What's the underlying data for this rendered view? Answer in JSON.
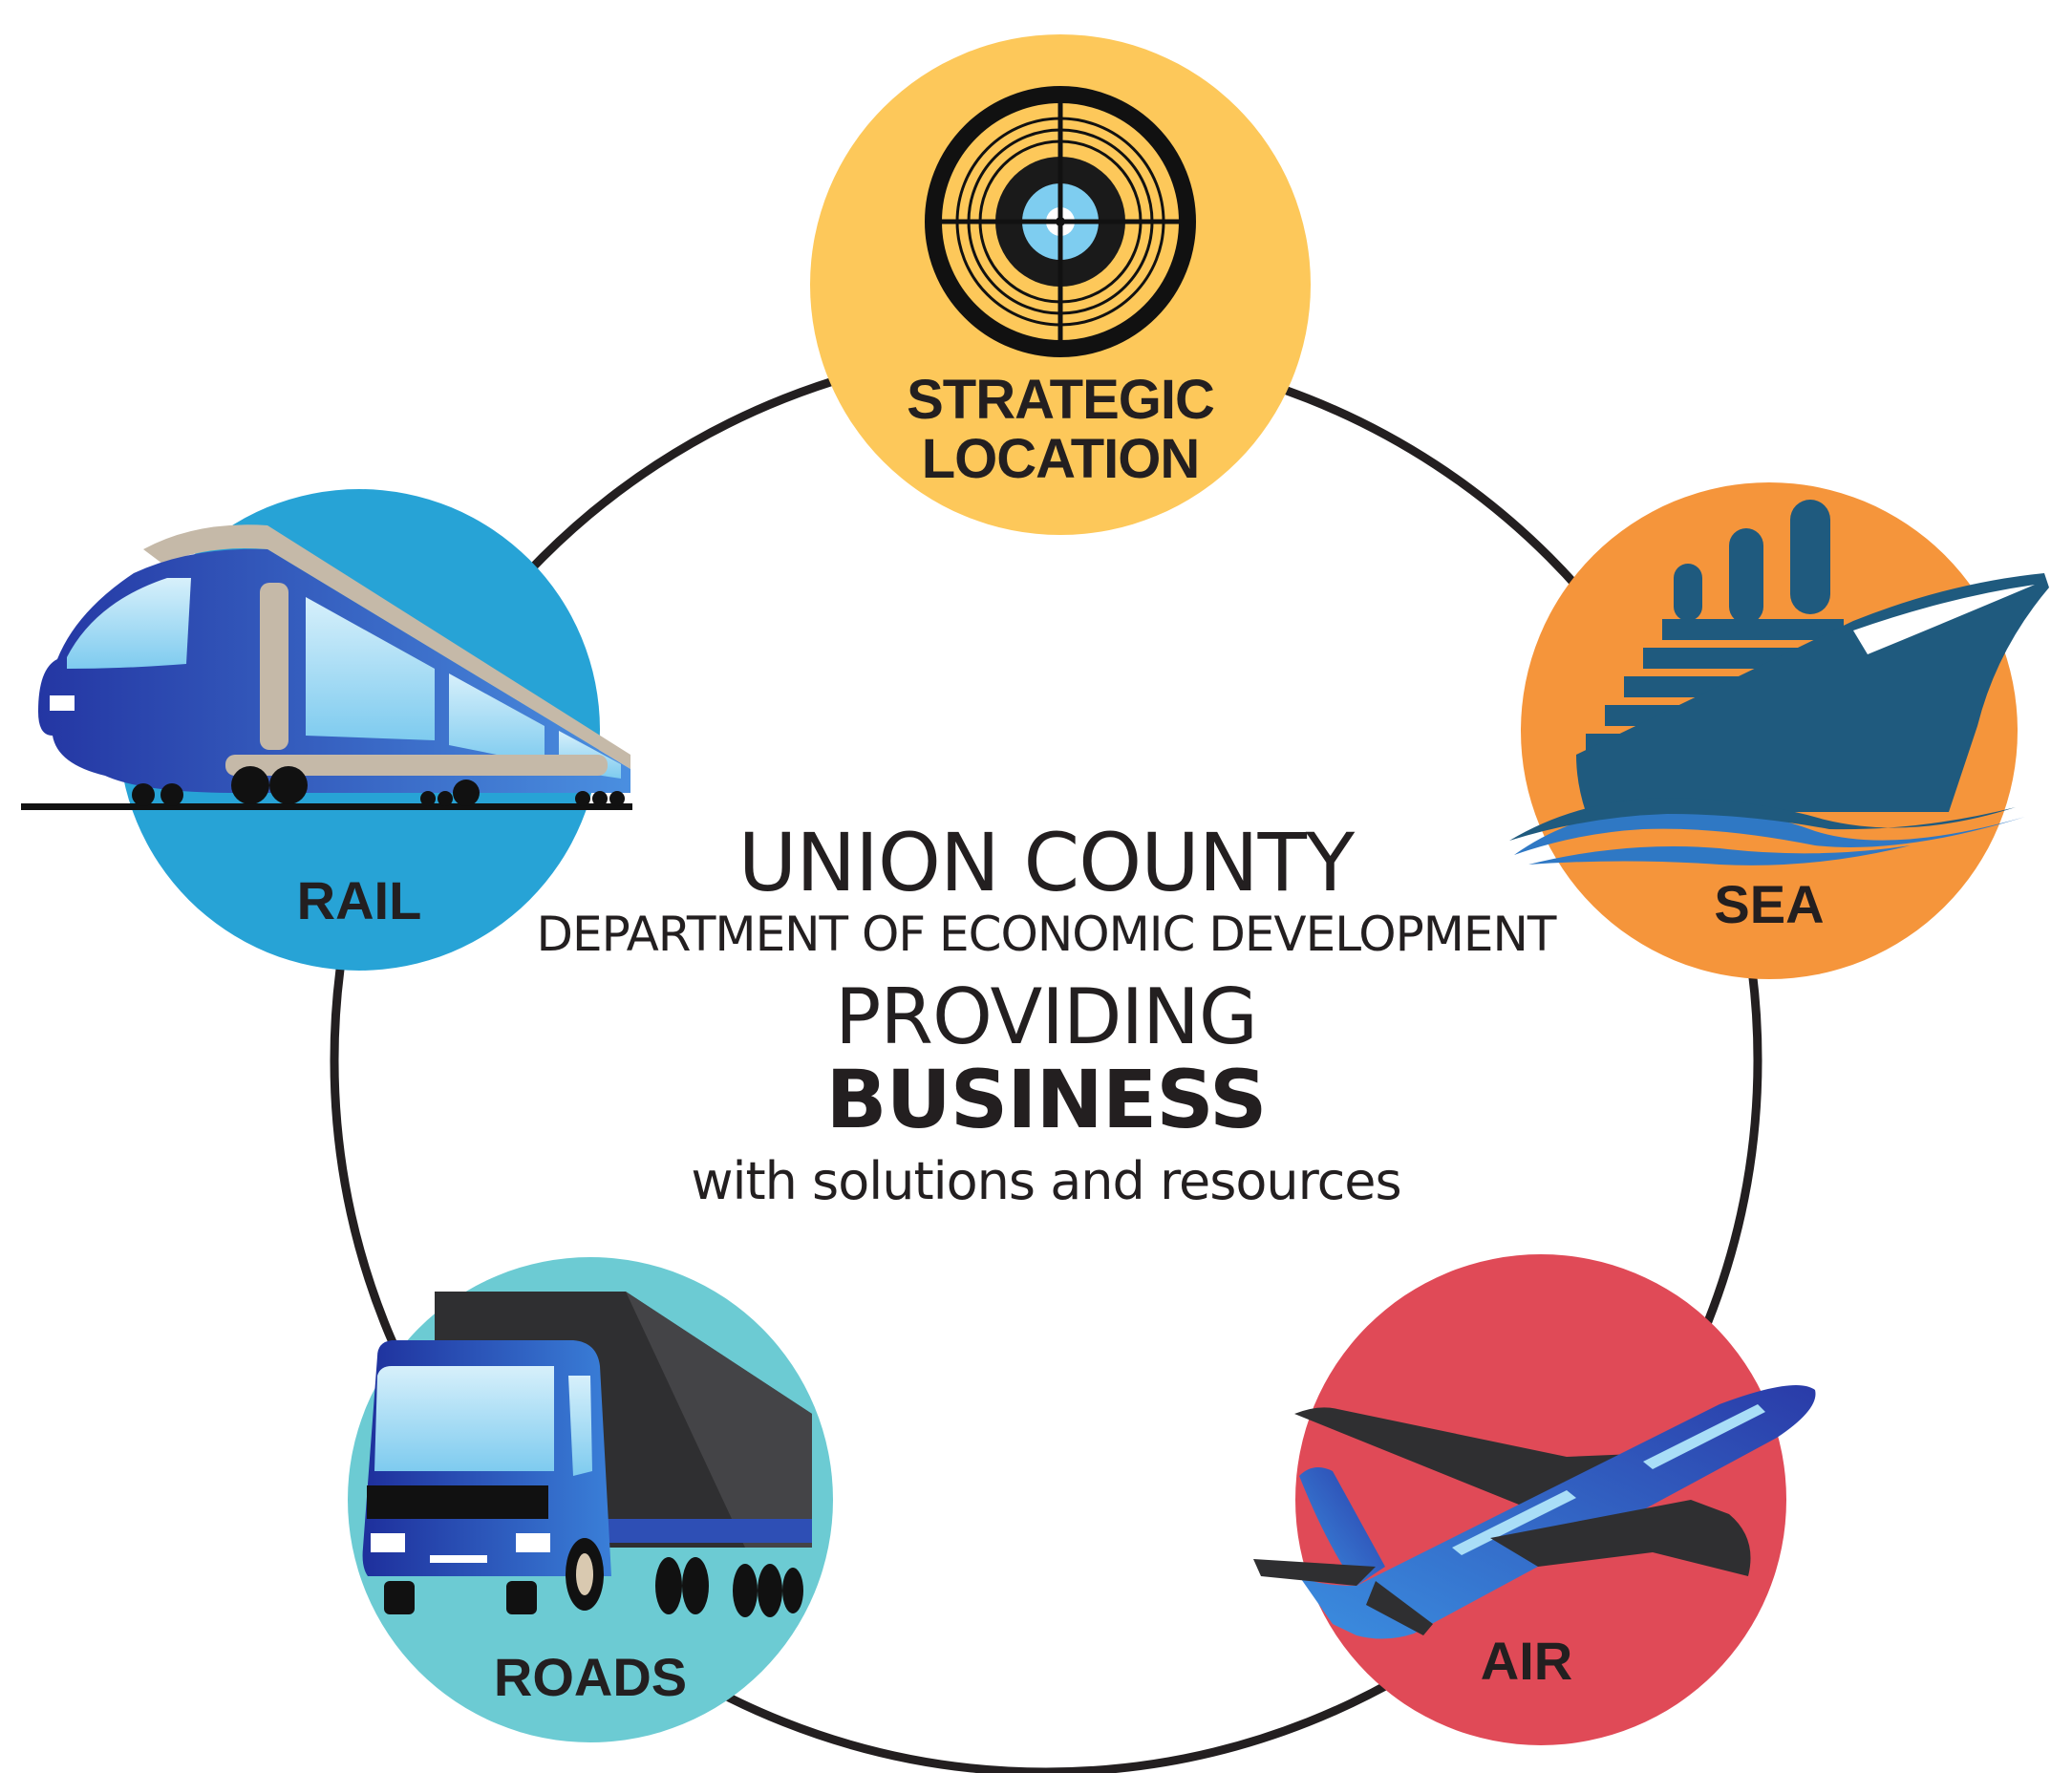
{
  "center": {
    "line1": "UNION COUNTY",
    "line2": "DEPARTMENT OF ECONOMIC DEVELOPMENT",
    "line3": "PROVIDING",
    "line4": "BUSINESS",
    "line5": "with solutions and resources"
  },
  "nodes": [
    {
      "key": "strategic",
      "label_line1": "STRATEGIC",
      "label_line2": "LOCATION",
      "color": "#fdc85a",
      "icon": "target-icon"
    },
    {
      "key": "sea",
      "label_line1": "SEA",
      "color": "#f5953b",
      "icon": "ship-icon"
    },
    {
      "key": "air",
      "label_line1": "AIR",
      "color": "#e04a57",
      "icon": "airplane-icon"
    },
    {
      "key": "roads",
      "label_line1": "ROADS",
      "color": "#6ccbd3",
      "icon": "truck-icon"
    },
    {
      "key": "rail",
      "label_line1": "RAIL",
      "color": "#27a3d6",
      "icon": "train-icon"
    }
  ],
  "colors": {
    "ring": "#231f20",
    "text": "#231f20",
    "vehicle_blue": "#2e4fb5",
    "vehicle_light": "#a9def7",
    "ship_navy": "#1f5a7e",
    "dark_gray": "#2f2f31"
  }
}
